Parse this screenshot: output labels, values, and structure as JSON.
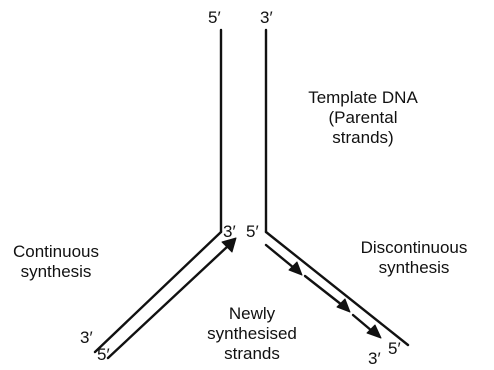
{
  "strand_ends": {
    "top_left": "5′",
    "top_right": "3′",
    "fork_left": "3′",
    "fork_right": "5′",
    "bottom_left_a": "3′",
    "bottom_left_b": "5′",
    "bottom_right_a": "3′",
    "bottom_right_b": "5′"
  },
  "labels": {
    "template": [
      "Template DNA",
      "(Parental",
      "strands)"
    ],
    "continuous": [
      "Continuous",
      "synthesis"
    ],
    "discontinuous": [
      "Discontinuous",
      "synthesis"
    ],
    "new_strands": [
      "Newly",
      "synthesised",
      "strands"
    ]
  }
}
